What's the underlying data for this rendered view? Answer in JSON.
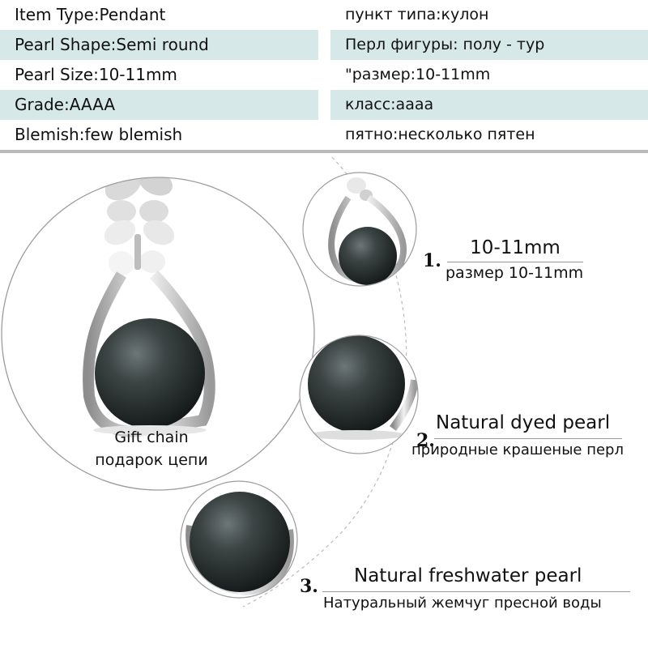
{
  "specs": {
    "rows": [
      {
        "left": "Item Type:Pendant",
        "right": "пункт типа:кулон"
      },
      {
        "left": "Pearl Shape:Semi round",
        "right": "Перл фигуры: полу - тур"
      },
      {
        "left": "Pearl Size:10-11mm",
        "right": "\"размер:10-11mm"
      },
      {
        "left": "Grade:AAAA",
        "right": "класс:аааа"
      },
      {
        "left": "Blemish:few blemish",
        "right": "пятно:несколько пятен"
      }
    ]
  },
  "gift": {
    "line1": "Gift chain",
    "line2": "подарок цепи"
  },
  "features": [
    {
      "number": "1.",
      "title": "10-11mm",
      "subtitle": "размер 10-11mm"
    },
    {
      "number": "2.",
      "title": "Natural dyed pearl",
      "subtitle": "природные крашеные перл"
    },
    {
      "number": "3.",
      "title": "Natural freshwater pearl",
      "subtitle": "Натуральный жемчуг пресной воды"
    }
  ],
  "colors": {
    "table_shade": "#d7e8e8",
    "pearl": "#2f3535",
    "metal": "#c8c8c8"
  }
}
